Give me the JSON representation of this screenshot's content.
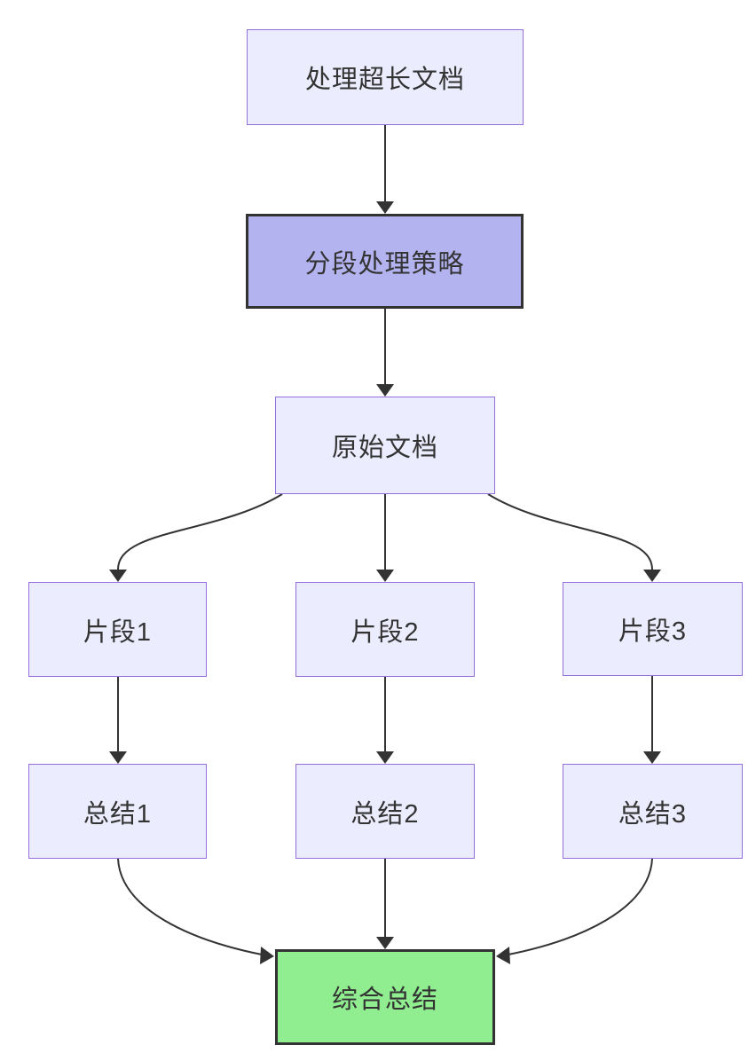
{
  "diagram_type": "flowchart-top-down",
  "nodes": [
    {
      "id": "A",
      "label": "处理超长文档",
      "role": "default"
    },
    {
      "id": "B",
      "label": "分段处理策略",
      "role": "highlight"
    },
    {
      "id": "C",
      "label": "原始文档",
      "role": "default"
    },
    {
      "id": "D1",
      "label": "片段1",
      "role": "default"
    },
    {
      "id": "D2",
      "label": "片段2",
      "role": "default"
    },
    {
      "id": "D3",
      "label": "片段3",
      "role": "default"
    },
    {
      "id": "E1",
      "label": "总结1",
      "role": "default"
    },
    {
      "id": "E2",
      "label": "总结2",
      "role": "default"
    },
    {
      "id": "E3",
      "label": "总结3",
      "role": "default"
    },
    {
      "id": "F",
      "label": "综合总结",
      "role": "result"
    }
  ],
  "edges": [
    {
      "from": "处理超长文档",
      "to": "分段处理策略"
    },
    {
      "from": "分段处理策略",
      "to": "原始文档"
    },
    {
      "from": "原始文档",
      "to": "片段1"
    },
    {
      "from": "原始文档",
      "to": "片段2"
    },
    {
      "from": "原始文档",
      "to": "片段3"
    },
    {
      "from": "片段1",
      "to": "总结1"
    },
    {
      "from": "片段2",
      "to": "总结2"
    },
    {
      "from": "片段3",
      "to": "总结3"
    },
    {
      "from": "总结1",
      "to": "综合总结"
    },
    {
      "from": "总结2",
      "to": "综合总结"
    },
    {
      "from": "总结3",
      "to": "综合总结"
    }
  ],
  "colors": {
    "node_fill": "#ECECFF",
    "node_border": "#9370DB",
    "highlight_fill": "#B3B3F0",
    "dark_border": "#333333",
    "result_fill": "#90EE90",
    "arrow": "#333333",
    "text": "#333333",
    "background": "#FFFFFF"
  }
}
